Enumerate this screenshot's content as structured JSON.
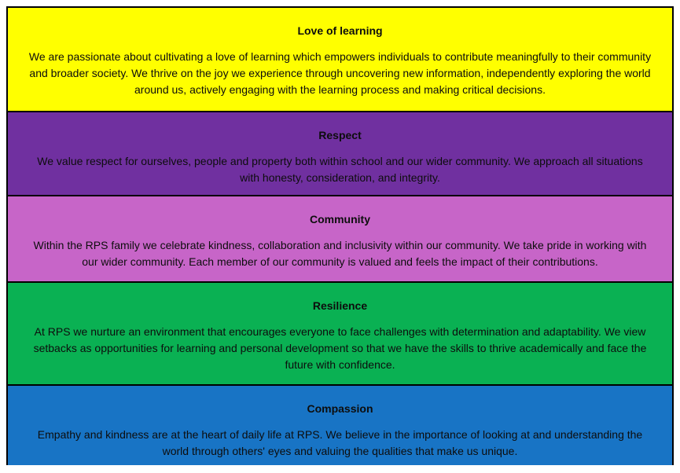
{
  "page": {
    "background_color": "#ffffff",
    "border_color": "#000000",
    "text_color": "#0d0d0d"
  },
  "values": [
    {
      "title": "Love of learning",
      "body": "We are passionate about cultivating a love of learning which empowers individuals to contribute meaningfully to their community and broader society. We thrive on the joy we experience through uncovering new information, independently exploring the world around us, actively engaging with the learning process and making critical decisions.",
      "color": "#FFFF00"
    },
    {
      "title": "Respect",
      "body": "We value respect for ourselves, people and property both within school and our wider community. We approach all situations with honesty, consideration, and integrity.",
      "color": "#7030A0"
    },
    {
      "title": "Community",
      "body": "Within the RPS family we celebrate kindness, collaboration and inclusivity within our community. We take pride in working with our wider community. Each member of our community is valued and feels the impact of their contributions.",
      "color": "#C765C8"
    },
    {
      "title": "Resilience",
      "body": "At RPS we nurture an environment that encourages everyone to face challenges with determination and adaptability. We view setbacks as opportunities for learning and personal development so that we have the skills to thrive academically and face the future with confidence.",
      "color": "#0AB153"
    },
    {
      "title": "Compassion",
      "body": "Empathy and kindness are at the heart of daily life at RPS. We believe in the importance of looking at and understanding the world through others' eyes and valuing the qualities that make us unique.",
      "color": "#1874C5"
    }
  ]
}
